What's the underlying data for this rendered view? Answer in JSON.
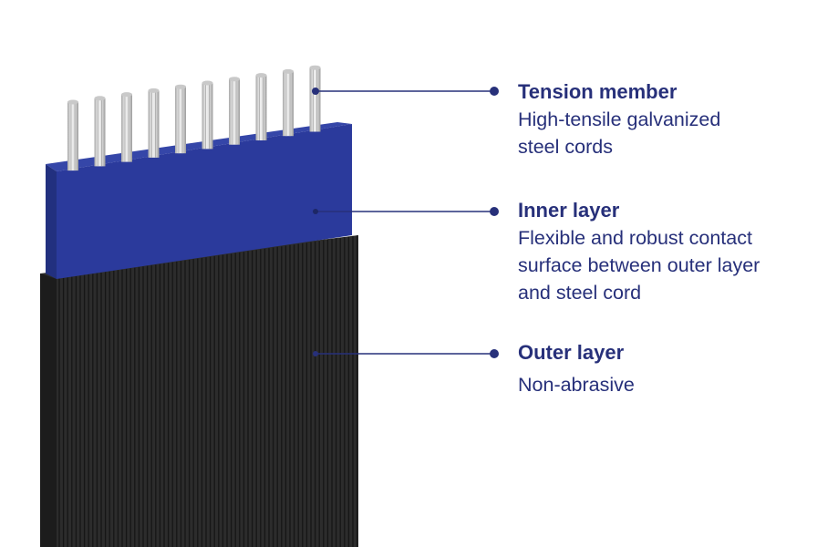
{
  "colors": {
    "accent": "#27307a",
    "inner_layer_front": "#2b3b9e",
    "inner_layer_top": "#3a4bb3",
    "outer_layer": "#2e2e2e",
    "outer_layer_groove": "#1a1a1a",
    "cord": "#d8d8d8",
    "cord_shadow": "#9a9a9a",
    "background": "#ffffff"
  },
  "labels": {
    "tension_member": {
      "title": "Tension member",
      "lines": [
        "High-tensile galvanized",
        "steel cords"
      ]
    },
    "inner_layer": {
      "title": "Inner layer",
      "lines": [
        "Flexible and robust contact",
        "surface between outer layer",
        "and steel cord"
      ]
    },
    "outer_layer": {
      "title": "Outer layer",
      "lines": [
        "Non-abrasive"
      ]
    }
  }
}
